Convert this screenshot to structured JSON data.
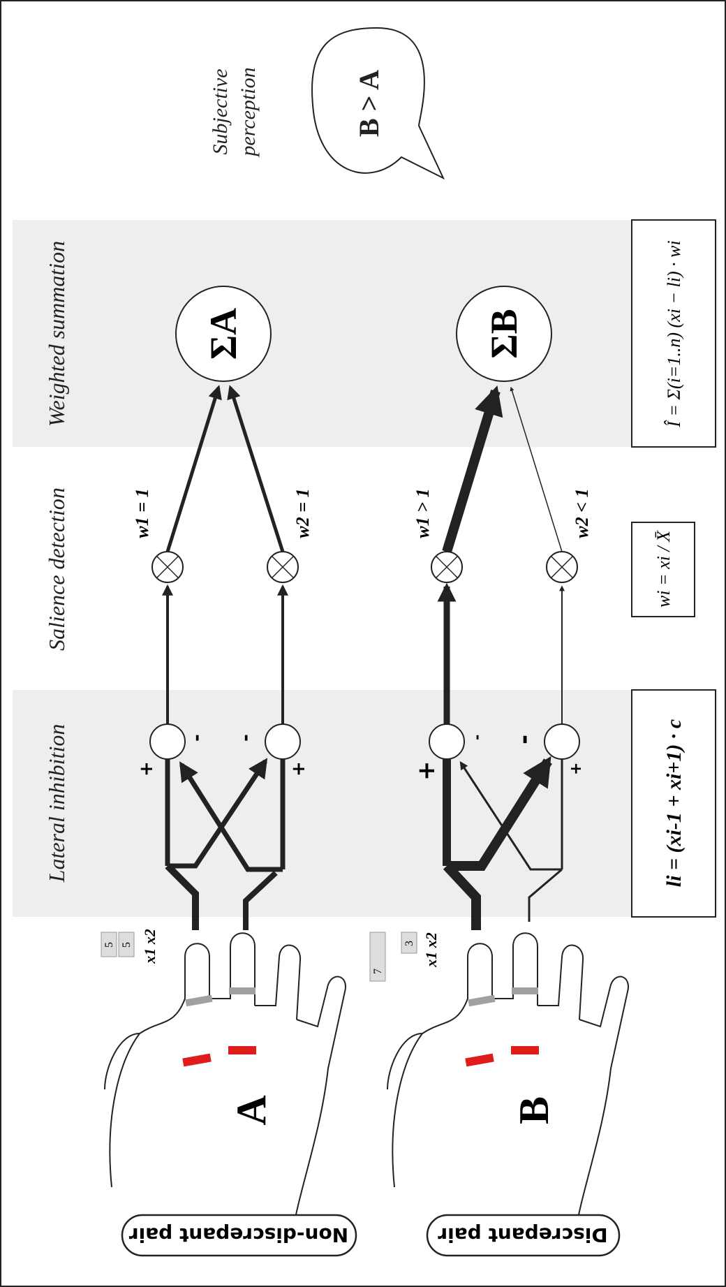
{
  "stages": {
    "lateral": "Lateral inhibition",
    "salience": "Salience detection",
    "weighted": "Weighted summation",
    "subjective_line1": "Subjective",
    "subjective_line2": "perception"
  },
  "perception_bubble": "B > A",
  "pair_a": {
    "tag": "Non-discrepant pair",
    "hand_letter": "A",
    "x1_box": "5",
    "x2_box": "5",
    "axis_label": "x1 x2",
    "w1": "w1 = 1",
    "w2": "w2 = 1",
    "sum": "ΣA",
    "plus": "+",
    "minus": "-"
  },
  "pair_b": {
    "tag": "Discrepant pair",
    "hand_letter": "B",
    "x1_box": "7",
    "x2_box": "3",
    "axis_label": "x1 x2",
    "w1": "w1 > 1",
    "w2": "w2 < 1",
    "sum": "ΣB",
    "plus": "+",
    "minus": "-"
  },
  "formulas": {
    "lateral": "li = (xi-1 + xi+1) · c",
    "weight": "wi = xi / X̄",
    "sum": "Î = Σ(i=1..n) (xi − li) · wi"
  },
  "colors": {
    "stage_band": "#eeeeee",
    "ring_red": "#e01b1b",
    "ring_gray": "#a0a0a0",
    "ink": "#222222"
  }
}
